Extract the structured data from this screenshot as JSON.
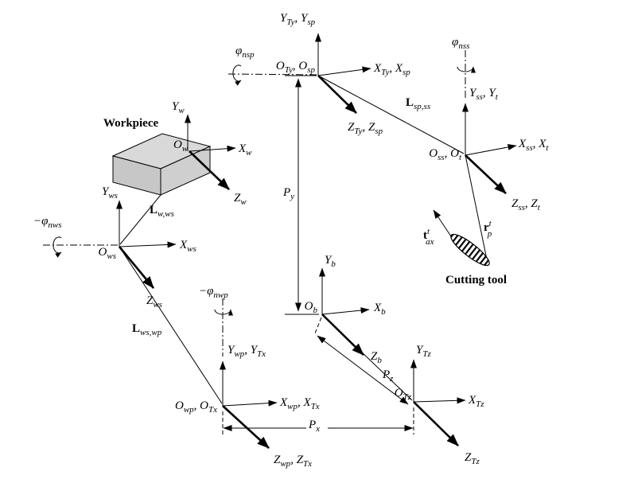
{
  "labels": {
    "top_frame": {
      "phi": {
        "m": "φ",
        "s": "nsp"
      },
      "o": {
        "m1": "O",
        "s1": "Ty",
        "m2": ", O",
        "s2": "sp"
      },
      "x": {
        "m1": "X",
        "s1": "Ty",
        "m2": ", X",
        "s2": "sp"
      },
      "y": {
        "m1": "Y",
        "s1": "Ty",
        "m2": ", Y",
        "s2": "sp"
      },
      "z": {
        "m1": "Z",
        "s1": "Ty",
        "m2": ", Z",
        "s2": "sp"
      }
    },
    "ss_frame": {
      "phi": {
        "m": "φ",
        "s": "nss"
      },
      "o": {
        "m1": "O",
        "s1": "ss",
        "m2": ", O",
        "s2": "t"
      },
      "x": {
        "m1": "X",
        "s1": "ss",
        "m2": ", X",
        "s2": "t"
      },
      "y": {
        "m1": "Y",
        "s1": "ss",
        "m2": ", Y",
        "s2": "t"
      },
      "z": {
        "m1": "Z",
        "s1": "ss",
        "m2": ", Z",
        "s2": "t"
      }
    },
    "w_frame": {
      "o": {
        "m": "O",
        "s": "w"
      },
      "x": {
        "m": "X",
        "s": "w"
      },
      "y": {
        "m": "Y",
        "s": "w"
      },
      "z": {
        "m": "Z",
        "s": "w"
      }
    },
    "ws_frame": {
      "phi": {
        "m": "−φ",
        "s": "nws"
      },
      "o": {
        "m": "O",
        "s": "ws"
      },
      "x": {
        "m": "X",
        "s": "ws"
      },
      "y": {
        "m": "Y",
        "s": "ws"
      },
      "z": {
        "m": "Z",
        "s": "ws"
      }
    },
    "wp_frame": {
      "phi": {
        "m": "−φ",
        "s": "nwp"
      },
      "o": {
        "m1": "O",
        "s1": "wp",
        "m2": ", O",
        "s2": "Tx"
      },
      "x": {
        "m1": "X",
        "s1": "wp",
        "m2": ", X",
        "s2": "Tx"
      },
      "y": {
        "m1": "Y",
        "s1": "wp",
        "m2": ", Y",
        "s2": "Tx"
      },
      "z": {
        "m1": "Z",
        "s1": "wp",
        "m2": ", Z",
        "s2": "Tx"
      }
    },
    "b_frame": {
      "o": {
        "m": "O",
        "s": "b"
      },
      "x": {
        "m": "X",
        "s": "b"
      },
      "y": {
        "m": "Y",
        "s": "b"
      },
      "z": {
        "m": "Z",
        "s": "b"
      }
    },
    "tz_frame": {
      "o": {
        "m": "O",
        "s": "Tz"
      },
      "x": {
        "m": "X",
        "s": "Tz"
      },
      "y": {
        "m": "Y",
        "s": "Tz"
      },
      "z": {
        "m": "Z",
        "s": "Tz"
      }
    },
    "links": {
      "l_sp_ss": {
        "m": "L",
        "s": "sp,ss"
      },
      "l_w_ws": {
        "m": "L",
        "s": "w,ws"
      },
      "l_ws_wp": {
        "m": "L",
        "s": "ws,wp"
      }
    },
    "vectors": {
      "r_p": {
        "m": "r",
        "sup": "t",
        "sub": "p"
      },
      "t_ax": {
        "m": "t",
        "sup": "t",
        "sub": "ax"
      }
    },
    "dims": {
      "p_x": {
        "m": "P",
        "s": "x"
      },
      "p_y": {
        "m": "P",
        "s": "y"
      },
      "p_z": {
        "m": "P",
        "s": "z"
      }
    },
    "captions": {
      "workpiece": "Workpiece",
      "cutting_tool": "Cutting tool"
    }
  },
  "colors": {
    "stroke": "#000000",
    "background": "#ffffff",
    "workpiece_top": "#d9d9d9",
    "workpiece_front": "#c7c7c7",
    "workpiece_side": "#cfcfcf"
  }
}
